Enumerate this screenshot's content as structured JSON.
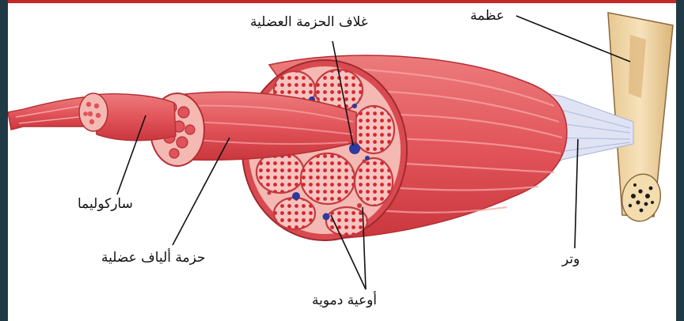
{
  "labels": {
    "bone": "عظمة",
    "fascicle_sheath": "غلاف الحزمة العضلية",
    "sarcolemma": "ساركوليما",
    "fiber_bundle": "حزمة ألياف عضلية",
    "tendon": "وتر",
    "blood_vessels": "أوعية دموية"
  },
  "colors": {
    "muscle": "#e6595e",
    "muscle_light": "#f08a8a",
    "muscle_dark": "#c9373d",
    "fiber_fill": "#f5c0bc",
    "dot": "#d9242b",
    "vessel": "#2b3a9e",
    "tendon": "#d6dbee",
    "bone": "#efd6a6",
    "bone_dark": "#b88a4e",
    "frame_bg": "#1f3a44",
    "frame_accent": "#c62828"
  }
}
